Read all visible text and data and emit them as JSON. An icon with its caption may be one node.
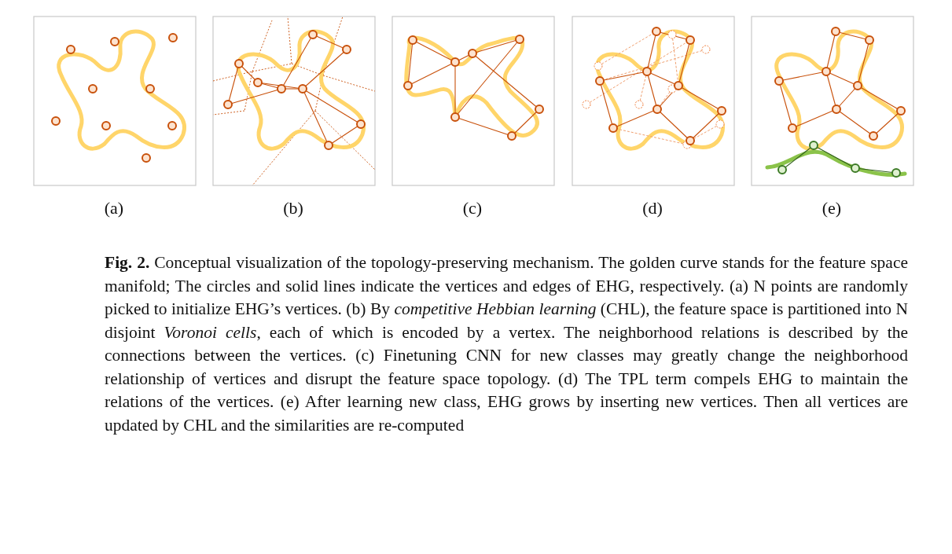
{
  "diagram": {
    "caption": "**Fig. 2.** Conceptual visualization of the topology-preserving mechanism. The golden curve stands for the feature space manifold; The circles and solid lines indicate the vertices and edges of EHG, respectively. (a) N points are randomly picked to initialize EHG’s vertices. (b) By *competitive Hebbian learning* (CHL), the feature space is partitioned into N disjoint *Voronoi cells*, each of which is encoded by a vertex. The neighborhood relations is described by the connections between the vertices. (c) Finetuning CNN for new classes may greatly change the neighborhood relationship of vertices and disrupt the feature space topology. (d) The TPL term compels EHG to maintain the relations of the vertices. (e) After learning new class, EHG grows by inserting new vertices. Then all vertices are updated by CHL and the similarities are re-computed",
    "labels": [
      "(a)",
      "(b)",
      "(c)",
      "(d)",
      "(e)"
    ]
  }
}
